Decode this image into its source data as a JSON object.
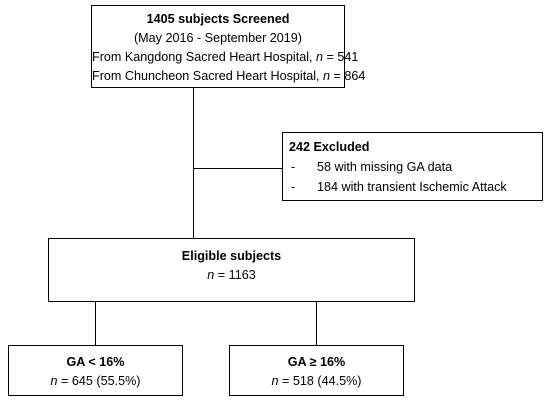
{
  "screened": {
    "title": "1405 subjects Screened",
    "period": "(May 2016 - September 2019)",
    "site1_label": "From Kangdong Sacred Heart Hospital,",
    "site1_n_symbol": "n",
    "site1_n_value": "= 541",
    "site2_label": "From Chuncheon Sacred Heart Hospital,",
    "site2_n_symbol": "n",
    "site2_n_value": "= 864"
  },
  "excluded": {
    "title": "242 Excluded",
    "items": [
      {
        "dash": "-",
        "text": "58 with missing GA data"
      },
      {
        "dash": "-",
        "text": "184 with transient Ischemic Attack"
      }
    ]
  },
  "eligible": {
    "title": "Eligible subjects",
    "n_symbol": "n",
    "n_value": "= 1163"
  },
  "ga_low": {
    "title": "GA < 16%",
    "n_symbol": "n",
    "n_value": "= 645 (55.5%)"
  },
  "ga_high": {
    "title": "GA ≥ 16%",
    "n_symbol": "n",
    "n_value": "= 518 (44.5%)"
  }
}
